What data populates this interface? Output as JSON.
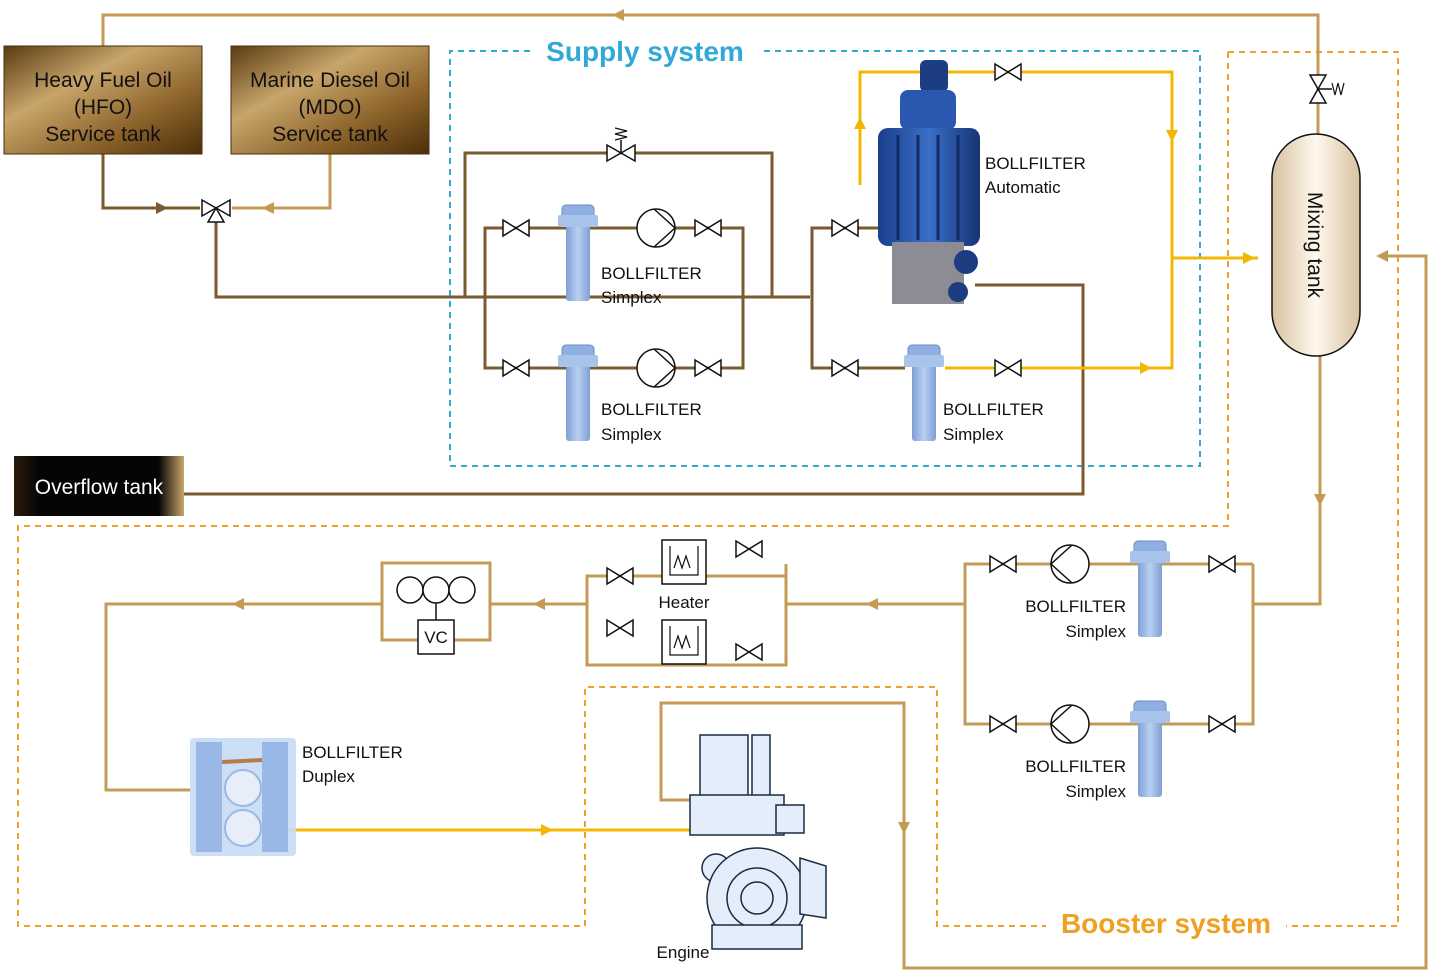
{
  "tanks": {
    "hfo": {
      "line1": "Heavy Fuel Oil",
      "line2": "(HFO)",
      "line3": "Service tank"
    },
    "mdo": {
      "line1": "Marine Diesel Oil",
      "line2": "(MDO)",
      "line3": "Service tank"
    },
    "overflow": "Overflow tank",
    "mixing": "Mixing tank"
  },
  "systems": {
    "supply": "Supply system",
    "booster": "Booster system"
  },
  "filters": {
    "supply_simplex_top": {
      "brand": "BOLLFILTER",
      "type": "Simplex"
    },
    "supply_simplex_bottom": {
      "brand": "BOLLFILTER",
      "type": "Simplex"
    },
    "automatic": {
      "brand": "BOLLFILTER",
      "type": "Automatic"
    },
    "automatic_bypass_simplex": {
      "brand": "BOLLFILTER",
      "type": "Simplex"
    },
    "booster_simplex_top": {
      "brand": "BOLLFILTER",
      "type": "Simplex"
    },
    "booster_simplex_bottom": {
      "brand": "BOLLFILTER",
      "type": "Simplex"
    },
    "duplex": {
      "brand": "BOLLFILTER",
      "type": "Duplex"
    }
  },
  "components": {
    "heater": "Heater",
    "viscosity_controller": "VC",
    "engine": "Engine"
  },
  "colors": {
    "dark_line": "#7a5a2e",
    "light_line": "#c49a55",
    "yellow_line": "#f2b705",
    "supply_border": "#33aacc",
    "booster_border": "#f0a02a"
  }
}
